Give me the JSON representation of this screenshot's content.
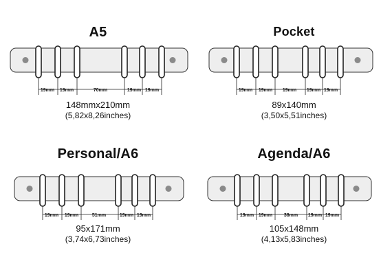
{
  "panels": [
    {
      "title": "A5",
      "dimensions_mm": "148mmx210mm",
      "dimensions_in": "(5,82x8,26inches)",
      "ring_spacing": [
        "19mm",
        "19mm",
        "70mm",
        "19mm",
        "19mm"
      ]
    },
    {
      "title": "Pocket",
      "dimensions_mm": "89x140mm",
      "dimensions_in": "(3,50x5,51inches)",
      "ring_spacing": [
        "19mm",
        "19mm",
        "19mm",
        "19mm",
        "19mm"
      ]
    },
    {
      "title": "Personal/A6",
      "dimensions_mm": "95x171mm",
      "dimensions_in": "(3,74x6,73inches)",
      "ring_spacing": [
        "19mm",
        "19mm",
        "51mm",
        "19mm",
        "19mm"
      ]
    },
    {
      "title": "Agenda/A6",
      "dimensions_mm": "105x148mm",
      "dimensions_in": "(4,13x5,83inches)",
      "ring_spacing": [
        "19mm",
        "19mm",
        "38mm",
        "19mm",
        "19mm"
      ]
    }
  ]
}
